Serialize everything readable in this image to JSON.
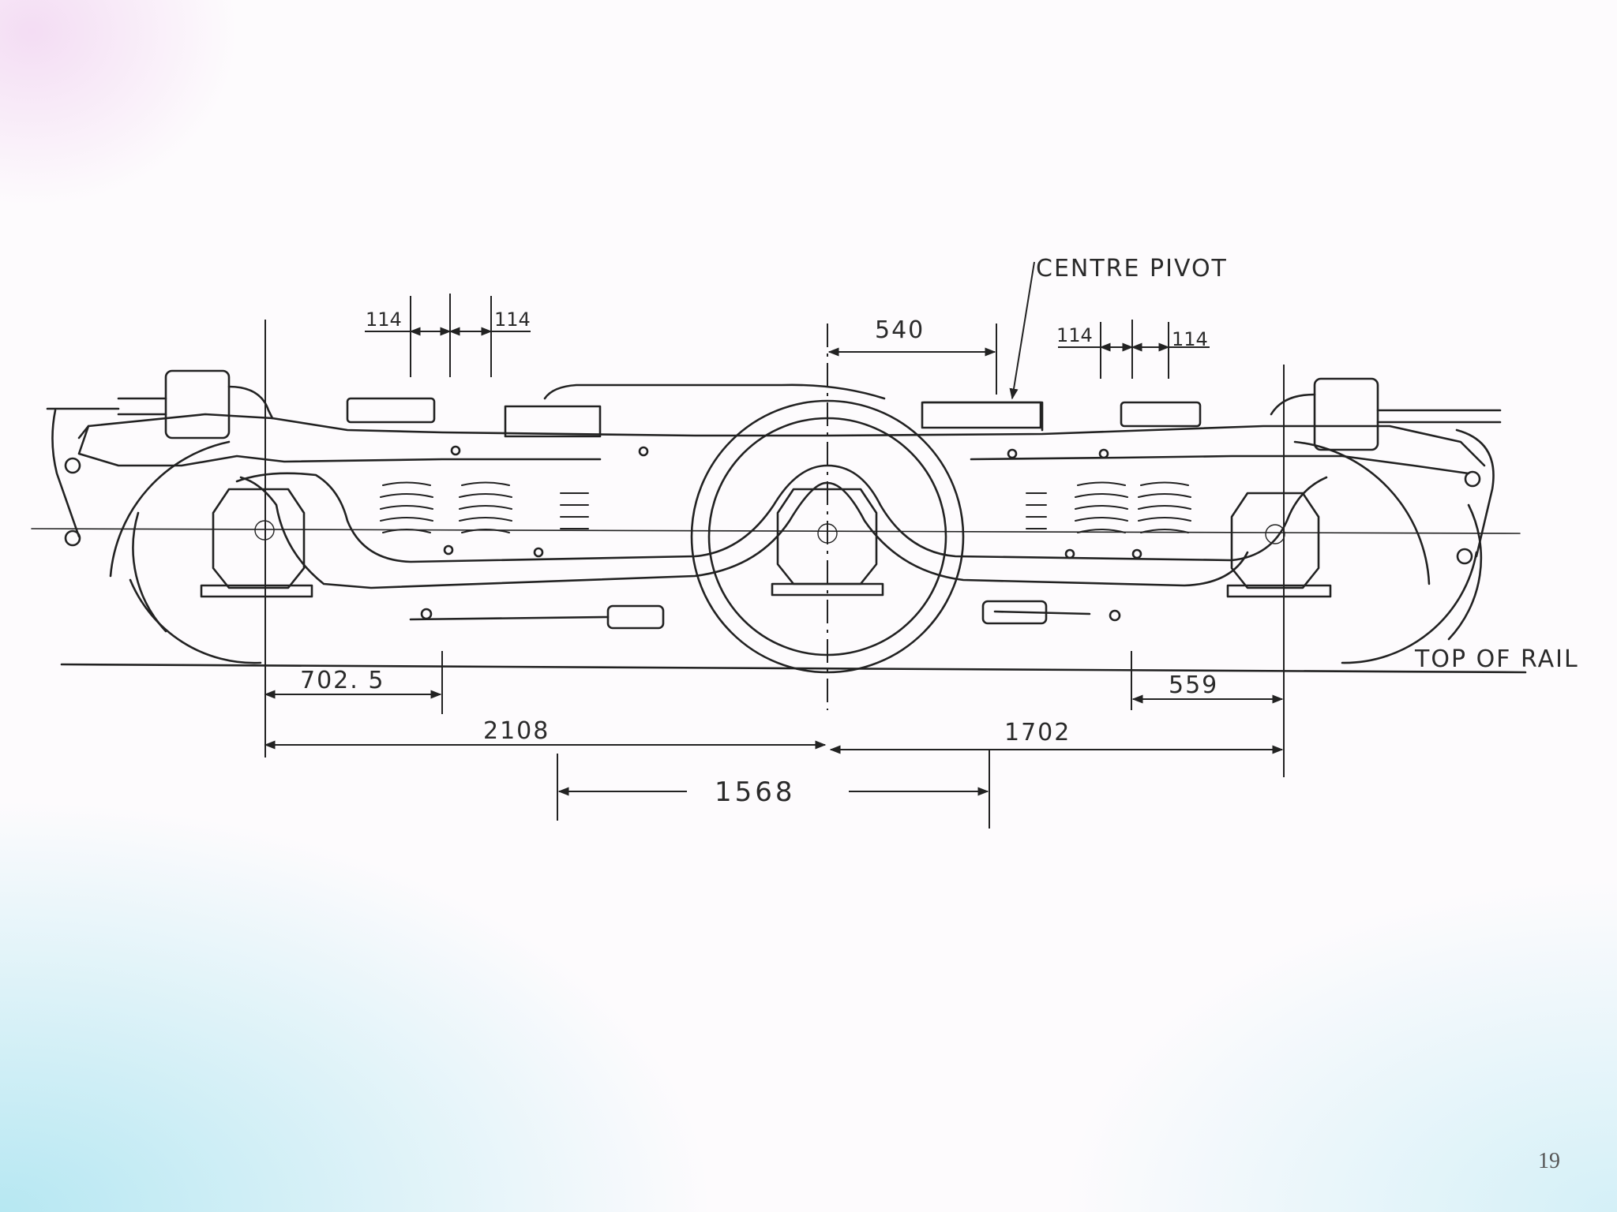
{
  "labels": {
    "centre_pivot": "CENTRE PIVOT",
    "top_of_rail": "TOP OF RAIL"
  },
  "dimensions": {
    "d114_left_a": "114",
    "d114_left_b": "114",
    "d114_right_a": "114",
    "d114_right_b": "114",
    "d540": "540",
    "d702_5": "702. 5",
    "d559": "559",
    "d2108": "2108",
    "d1702": "1702",
    "d1568": "1568"
  },
  "page_number": "19"
}
